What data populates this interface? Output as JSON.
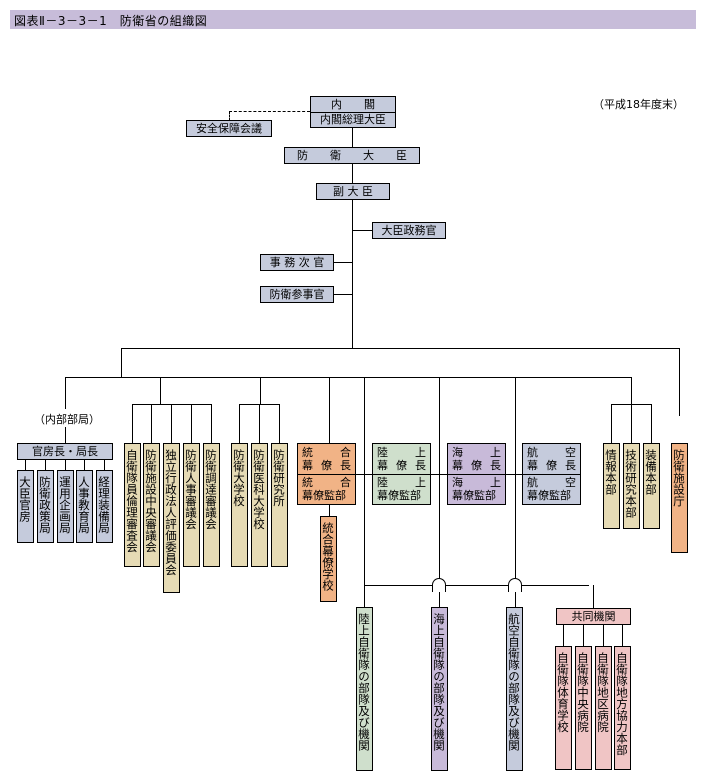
{
  "title": "図表Ⅱ－3－3－1　防衛省の組織図",
  "note": "（平成18年度末）",
  "top": {
    "cabinet": "内　　閣",
    "prime_minister": "内閣総理大臣",
    "security_council": "安全保障会議",
    "minister": "防　　衛　　大　　臣",
    "senior_vice_minister": "副 大 臣",
    "parliamentary_secretary": "大臣政務官",
    "vice_minister": "事 務 次 官",
    "councilors": "防衛参事官"
  },
  "internal_bureaus": {
    "label": "（内部部局）",
    "head": "官房長・局長",
    "items": [
      "大臣官房",
      "防衛政策局",
      "運用企画局",
      "人事教育局",
      "経理装備局"
    ]
  },
  "councils": [
    "自衛隊員倫理審査会",
    "防衛施設中央審議会",
    "独立行政法人評価委員会",
    "防衛人事審議会",
    "防衛調達審議会"
  ],
  "schools": [
    "防衛大学校",
    "防衛医科大学校",
    "防衛研究所"
  ],
  "staffs": {
    "joint": {
      "top1": "統",
      "top2": "合",
      "chief": [
        "幕",
        "僚",
        "長"
      ],
      "office1": "統",
      "office2": "合",
      "office": "幕僚監部"
    },
    "ground": {
      "top1": "陸",
      "top2": "上",
      "chief": [
        "幕",
        "僚",
        "長"
      ],
      "office1": "陸",
      "office2": "上",
      "office": "幕僚監部"
    },
    "maritime": {
      "top1": "海",
      "top2": "上",
      "chief": [
        "幕",
        "僚",
        "長"
      ],
      "office1": "海",
      "office2": "上",
      "office": "幕僚監部"
    },
    "air": {
      "top1": "航",
      "top2": "空",
      "chief": [
        "幕",
        "僚",
        "長"
      ],
      "office1": "航",
      "office2": "空",
      "office": "幕僚監部"
    }
  },
  "joint_staff_college": "統合幕僚学校",
  "headquarters": [
    "情報本部",
    "技術研究本部",
    "装備本部"
  ],
  "facilities_agency": "防衛施設庁",
  "forces": [
    "陸上自衛隊の部隊及び機関",
    "海上自衛隊の部隊及び機関",
    "航空自衛隊の部隊及び機関"
  ],
  "joint_organizations": {
    "label": "共同機関",
    "items": [
      "自衛隊体育学校",
      "自衛隊中央病院",
      "自衛隊地区病院",
      "自衛隊地方協力本部"
    ]
  },
  "colors": {
    "title_bar": "#c7bcd9",
    "blue": "#c5cbdc",
    "tan": "#e6dbb5",
    "orange": "#f1b386",
    "green": "#cfdfcc",
    "purple": "#c8bad9",
    "pink": "#f0c5c5"
  }
}
